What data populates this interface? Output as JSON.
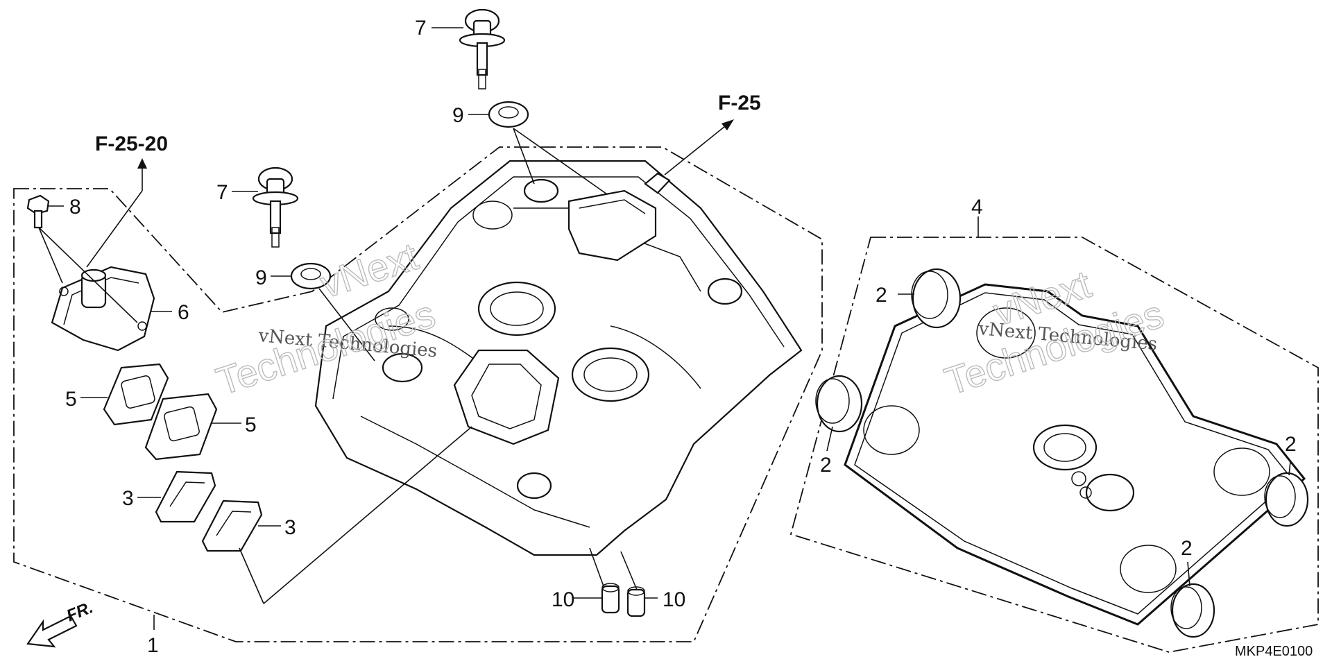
{
  "diagram": {
    "ref_labels": {
      "upper_left": "F-25-20",
      "upper_right": "F-25"
    },
    "callouts": {
      "c1": "1",
      "c2a": "2",
      "c2b": "2",
      "c2c": "2",
      "c2d": "2",
      "c3a": "3",
      "c3b": "3",
      "c4": "4",
      "c5a": "5",
      "c5b": "5",
      "c6": "6",
      "c7a": "7",
      "c7b": "7",
      "c8": "8",
      "c9a": "9",
      "c9b": "9",
      "c10a": "10",
      "c10b": "10"
    },
    "direction": {
      "label": "FR."
    },
    "drawing_code": "MKP4E0100",
    "watermark": {
      "line_small": "vNext Technologies",
      "line_big_1": "vNext",
      "line_big_2": "Technologies"
    }
  }
}
